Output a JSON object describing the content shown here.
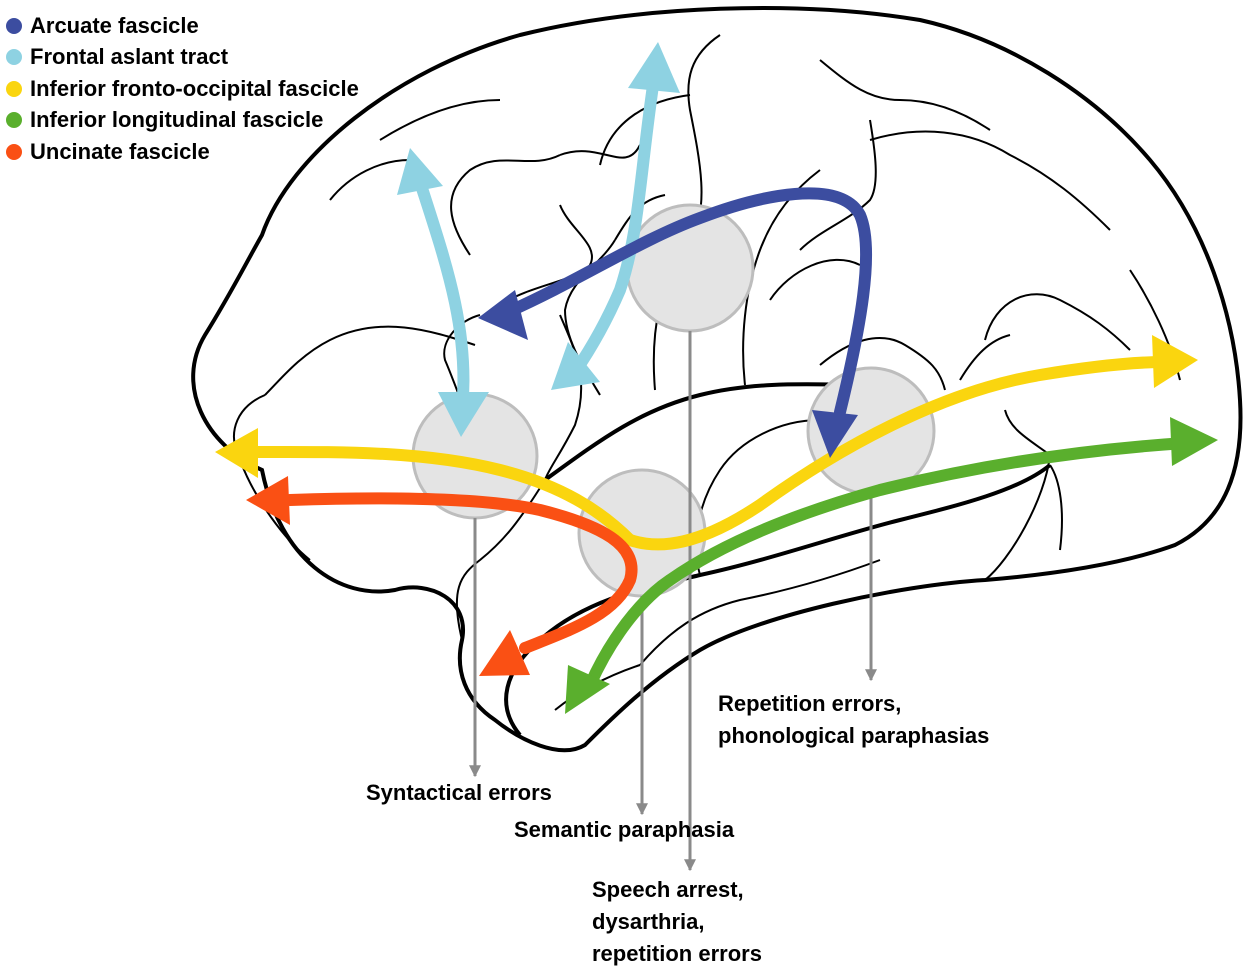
{
  "legend": [
    {
      "label": "Arcuate fascicle",
      "color": "#3c4da0"
    },
    {
      "label": "Frontal aslant tract",
      "color": "#8ed2e2"
    },
    {
      "label": "Inferior fronto-occipital fascicle",
      "color": "#fad50f"
    },
    {
      "label": "Inferior longitudinal fascicle",
      "color": "#5aaf2d"
    },
    {
      "label": "Uncinate fascicle",
      "color": "#fa5014"
    }
  ],
  "captions": {
    "syntactical": [
      "Syntactical errors"
    ],
    "semantic": [
      "Semantic paraphasia"
    ],
    "speech": [
      "Speech arrest,",
      "dysarthria,",
      "repetition errors"
    ],
    "repetition": [
      "Repetition errors,",
      "phonological paraphasias"
    ]
  },
  "colors": {
    "outline": "#000000",
    "region_fill": "#e4e4e4",
    "region_stroke": "#bdbdbd",
    "pointer": "#8a8a8a"
  }
}
